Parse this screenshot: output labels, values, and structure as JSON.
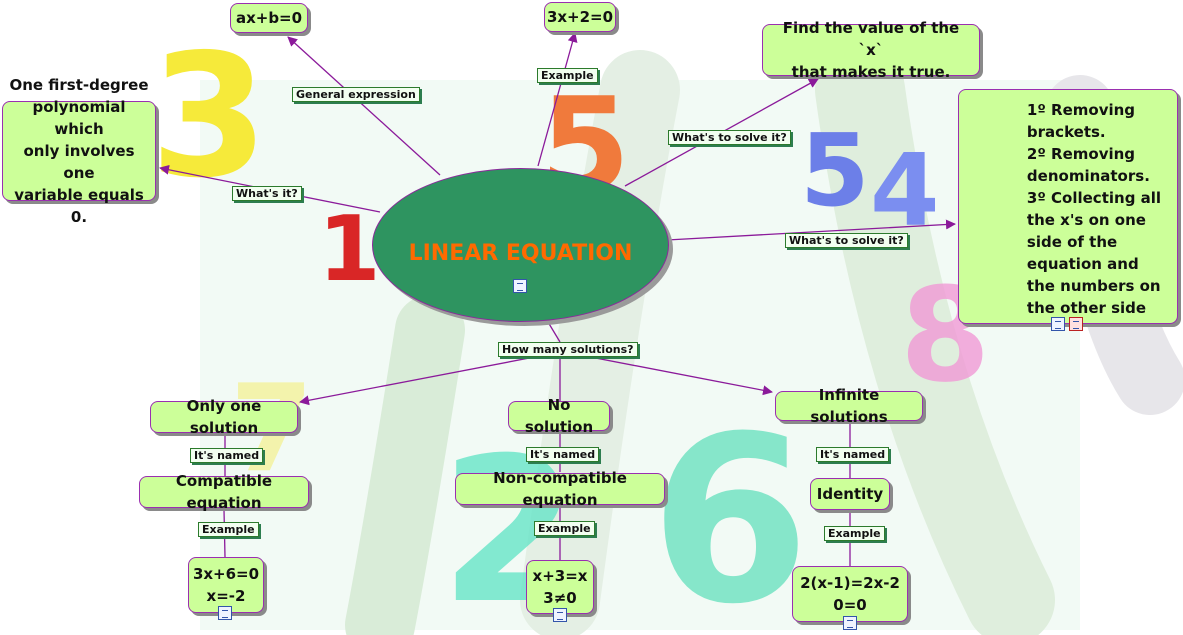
{
  "center": {
    "title": "LINEAR EQUATION",
    "icon": "film-icon"
  },
  "nodes": {
    "general_form": "ax+b=0",
    "example_top": "3x+2=0",
    "goal": "Find the value of the `x`\nthat makes it true.",
    "definition": "One first-degree\npolynomial which\nonly involves one\nvariable equals 0.",
    "steps": "1º Removing\n  brackets.\n2º Removing\n    denominators.\n3º Collecting all\n   the x's on one\n  side of the\n   equation and\n   the numbers on\n  the other side",
    "one_solution": "Only one solution",
    "no_solution": "No solution",
    "infinite_solutions": "Infinite solutions",
    "compatible": "Compatible equation",
    "non_compatible": "Non-compatible equation",
    "identity": "Identity",
    "ex_compatible": "3x+6=0\nx=-2",
    "ex_non_compatible": "x+3=x\n3≠0",
    "ex_identity": "2(x-1)=2x-2\n0=0"
  },
  "labels": {
    "general_expression": "General expression",
    "example_top": "Example",
    "whats_to_solve_1": "What's to solve it?",
    "whats_it": "What's it?",
    "whats_to_solve_2": "What's to solve it?",
    "how_many": "How many solutions?",
    "named_1": "It's named",
    "named_2": "It's named",
    "named_3": "It's named",
    "example_1": "Example",
    "example_2": "Example",
    "example_3": "Example"
  },
  "icons": [
    "note-icon",
    "note-icon",
    "note-icon",
    "paint-icon",
    "link-icon"
  ],
  "background_digits": [
    "3",
    "5",
    "5",
    "4",
    "1",
    "7",
    "2",
    "6",
    "8"
  ],
  "colors": {
    "node_fill": "#ccff99",
    "node_border": "#9a2fb0",
    "center_fill": "#2e9460",
    "center_text": "#ff6a00",
    "connector": "#8b1a9a"
  }
}
